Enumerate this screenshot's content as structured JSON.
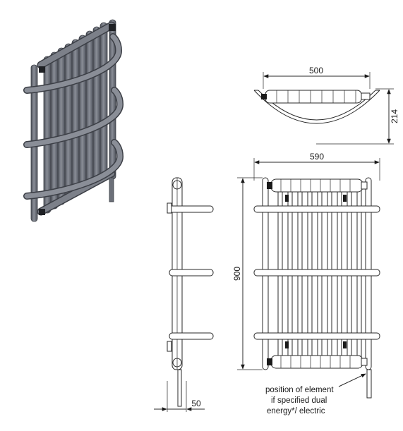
{
  "views": {
    "isometric": {
      "color": "#6b6f78"
    },
    "top": {
      "width": "500",
      "depth": "214"
    },
    "front": {
      "width": "590",
      "height": "900"
    },
    "side": {
      "depth": "50"
    }
  },
  "note": {
    "line1": "position of element",
    "line2": "if specified dual",
    "line3": "energy*/ electric"
  }
}
